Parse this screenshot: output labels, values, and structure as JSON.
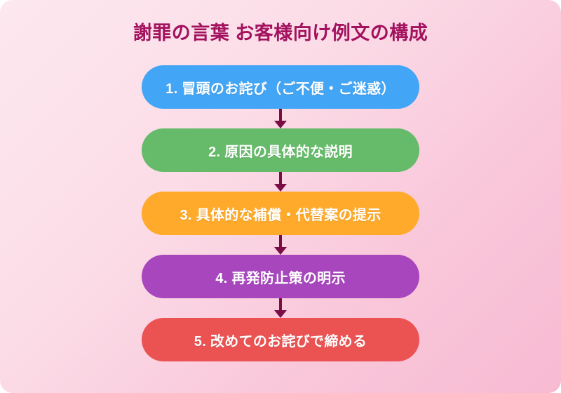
{
  "diagram": {
    "title": "謝罪の言葉 お客様向け例文の構成",
    "title_color": "#a3125e",
    "background_from": "#fde8ef",
    "background_to": "#f7bad2",
    "arrow_color": "#7c0c46",
    "steps": [
      {
        "label": "1. 冒頭のお詫び（ご不便・ご迷惑）",
        "color": "#42a5f5"
      },
      {
        "label": "2. 原因の具体的な説明",
        "color": "#66bb6a"
      },
      {
        "label": "3. 具体的な補償・代替案の提示",
        "color": "#ffaa2b"
      },
      {
        "label": "4. 再発防止策の明示",
        "color": "#a846be"
      },
      {
        "label": "5. 改めてのお詫びで締める",
        "color": "#eb5353"
      }
    ]
  }
}
